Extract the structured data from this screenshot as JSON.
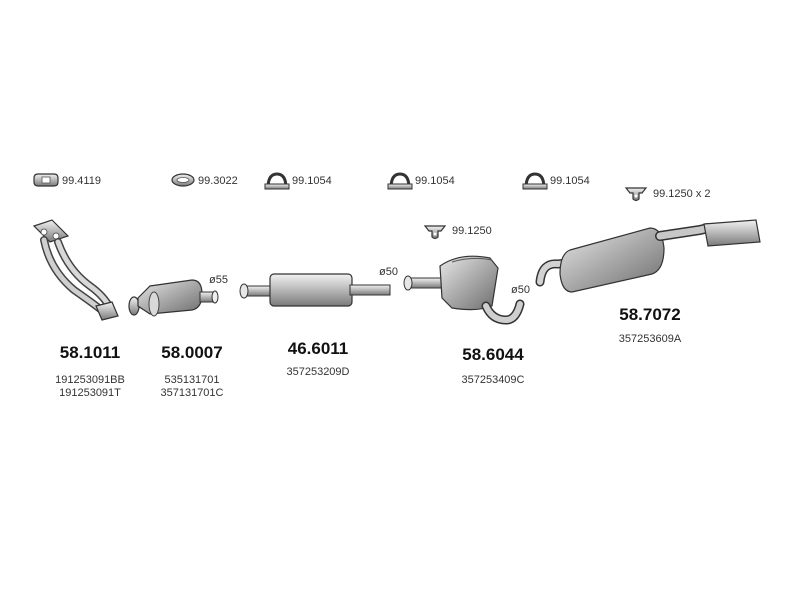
{
  "accessories": {
    "a1": "99.4119",
    "a2": "99.3022",
    "a3": "99.1054",
    "a4": "99.1054",
    "a5": "99.1054",
    "a6": "99.1250",
    "a7": "99.1250 x 2"
  },
  "diameters": {
    "d1": "ø55",
    "d2": "ø50",
    "d3": "ø50"
  },
  "parts": [
    {
      "number": "58.1011",
      "refs": [
        "191253091BB",
        "191253091T"
      ]
    },
    {
      "number": "58.0007",
      "refs": [
        "535131701",
        "357131701C"
      ]
    },
    {
      "number": "46.6011",
      "refs": [
        "357253209D"
      ]
    },
    {
      "number": "58.6044",
      "refs": [
        "357253409C"
      ]
    },
    {
      "number": "58.7072",
      "refs": [
        "357253609A"
      ]
    }
  ]
}
